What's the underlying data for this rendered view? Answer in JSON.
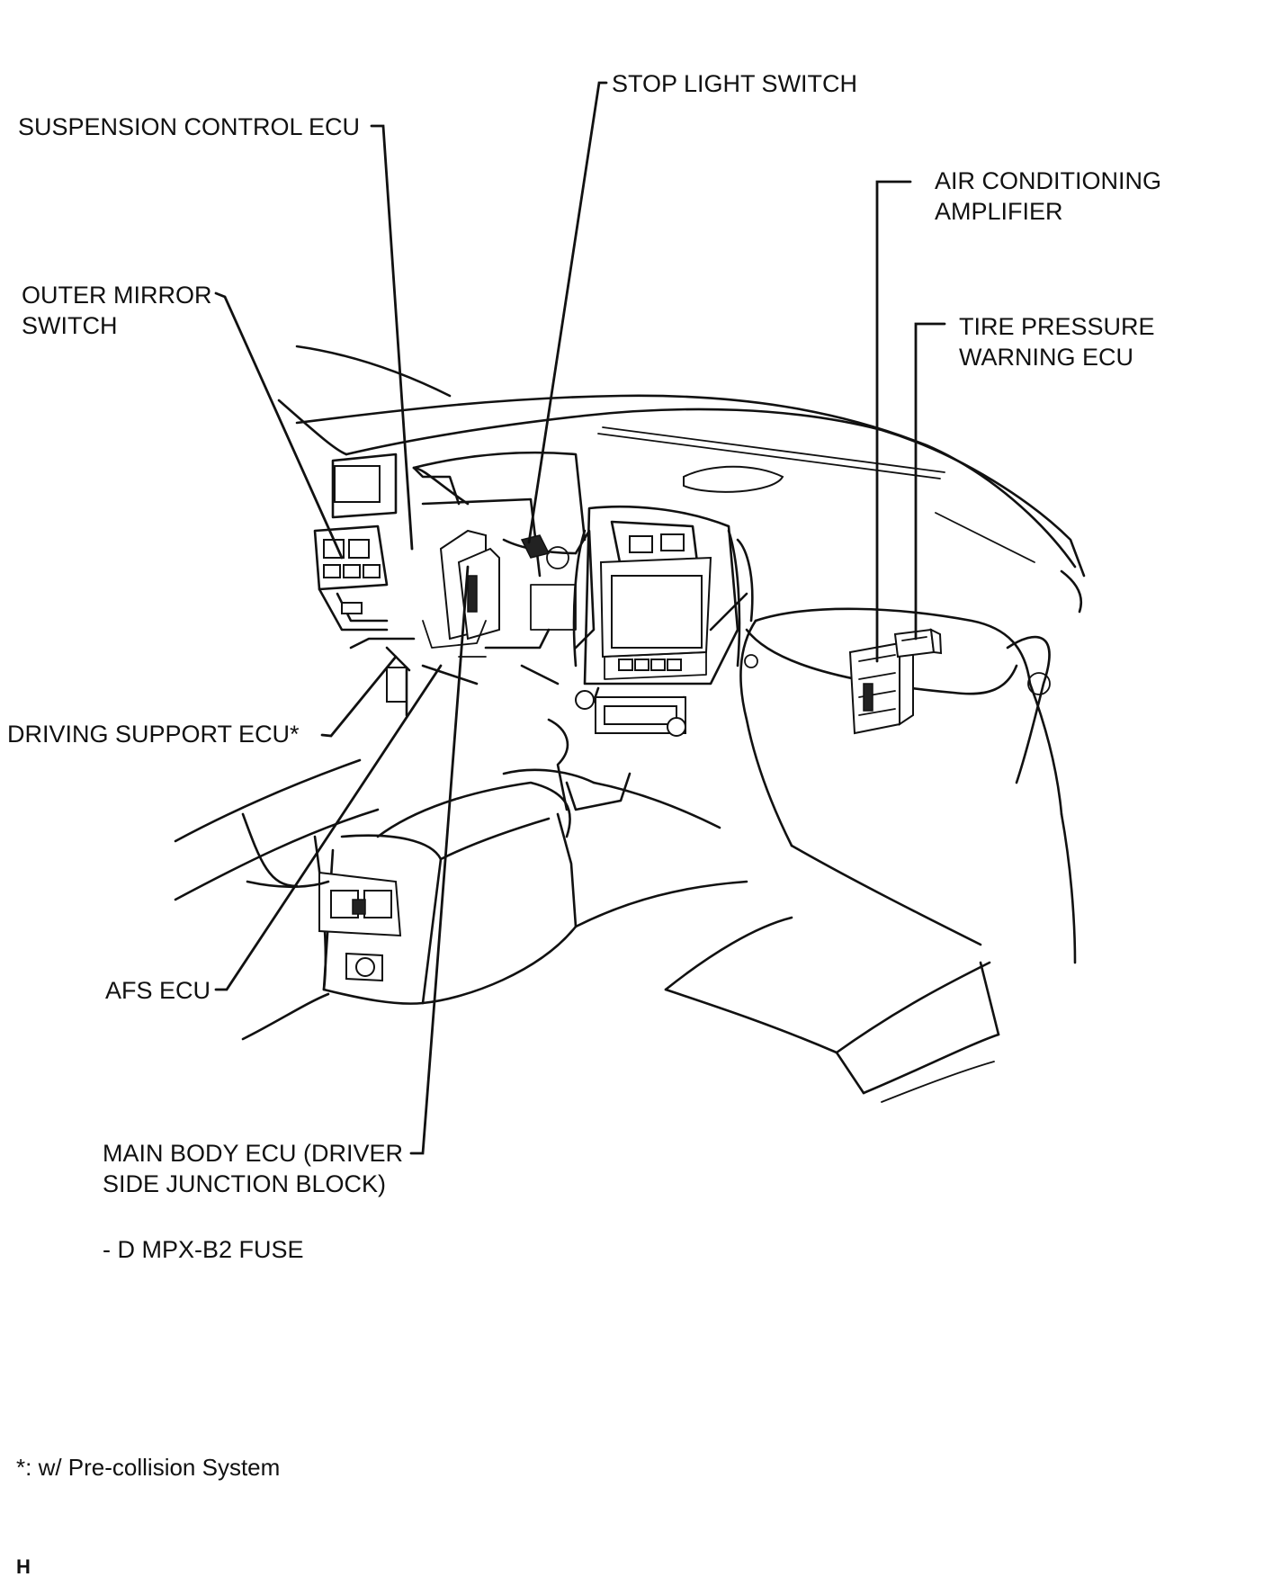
{
  "labels": {
    "stop_light_switch": "STOP LIGHT SWITCH",
    "suspension_control_ecu": "SUSPENSION CONTROL ECU",
    "air_conditioning_amplifier": [
      "AIR CONDITIONING",
      "AMPLIFIER"
    ],
    "outer_mirror_switch": [
      "OUTER MIRROR",
      "SWITCH"
    ],
    "tire_pressure_warning_ecu": [
      "TIRE PRESSURE",
      "WARNING ECU"
    ],
    "driving_support_ecu": "DRIVING SUPPORT ECU*",
    "afs_ecu": "AFS ECU",
    "main_body_ecu": [
      "MAIN BODY ECU (DRIVER",
      "SIDE JUNCTION BLOCK)"
    ],
    "fuse": "- D MPX-B2 FUSE"
  },
  "footnote": "*: w/ Pre-collision System",
  "corner_mark": "H"
}
